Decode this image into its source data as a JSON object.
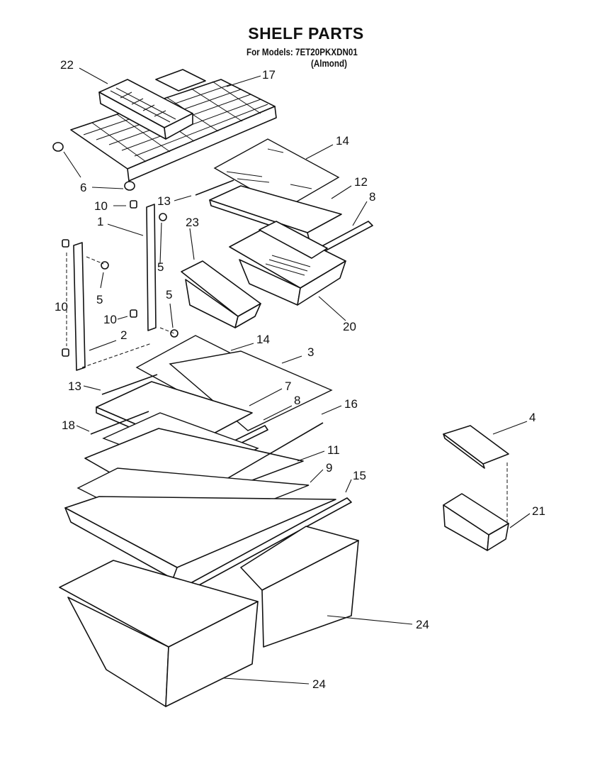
{
  "header": {
    "title": "SHELF PARTS",
    "models": "For Models: 7ET20PKXDN01",
    "color": "(Almond)"
  },
  "callouts": [
    {
      "id": "22",
      "label": "22"
    },
    {
      "id": "17",
      "label": "17"
    },
    {
      "id": "14a",
      "label": "14"
    },
    {
      "id": "6",
      "label": "6"
    },
    {
      "id": "13a",
      "label": "13"
    },
    {
      "id": "12",
      "label": "12"
    },
    {
      "id": "8a",
      "label": "8"
    },
    {
      "id": "10a",
      "label": "10"
    },
    {
      "id": "1",
      "label": "1"
    },
    {
      "id": "23",
      "label": "23"
    },
    {
      "id": "5a",
      "label": "5"
    },
    {
      "id": "10b",
      "label": "10"
    },
    {
      "id": "5b",
      "label": "5"
    },
    {
      "id": "5c",
      "label": "5"
    },
    {
      "id": "10c",
      "label": "10"
    },
    {
      "id": "20",
      "label": "20"
    },
    {
      "id": "2",
      "label": "2"
    },
    {
      "id": "14b",
      "label": "14"
    },
    {
      "id": "3",
      "label": "3"
    },
    {
      "id": "13b",
      "label": "13"
    },
    {
      "id": "7",
      "label": "7"
    },
    {
      "id": "8b",
      "label": "8"
    },
    {
      "id": "16",
      "label": "16"
    },
    {
      "id": "18",
      "label": "18"
    },
    {
      "id": "4",
      "label": "4"
    },
    {
      "id": "11",
      "label": "11"
    },
    {
      "id": "9",
      "label": "9"
    },
    {
      "id": "15",
      "label": "15"
    },
    {
      "id": "21",
      "label": "21"
    },
    {
      "id": "24a",
      "label": "24"
    },
    {
      "id": "24b",
      "label": "24"
    }
  ]
}
